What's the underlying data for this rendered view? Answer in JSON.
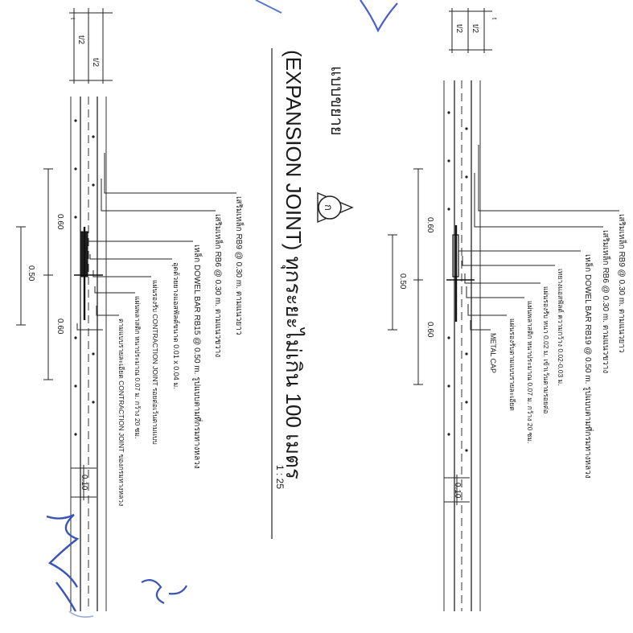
{
  "title": {
    "thai_heading": "แบบขยาย",
    "main": "(EXPANSION JOINT) ทุกระยะไม่เกิน 100 เมตร",
    "marker_letter": "ก",
    "scale": "1 : 25"
  },
  "dimensions": {
    "half_thickness_a": "t/2",
    "half_thickness_b": "t/2",
    "thickness": "t",
    "dowel_left": "0.60",
    "dowel_right": "0.60",
    "gap_width": "0.50",
    "sealant_width": "0.10"
  },
  "upper_detail": {
    "callouts": [
      "เสริมเหล็ก RB9 @ 0.30 m. ตามแนวยาว",
      "เสริมเหล็ก RB6 @ 0.30 m. ตามแนวขวาง",
      "เหล็ก DOWEL BAR RB19 @ 0.50 m. รูปแบบตามที่กรมทางหลวง",
      "เทยางแอสฟัลต์ ความกว้าง 0.02-0.03 ม.",
      "แผ่นรองรับ หนา 0.02 ม. เข้าเว้นตามรอยต่อ",
      "แผ่นพลาสติก หนาประมาณ 0.07 ม. กว้าง 20 ซม.",
      "แผ่นรองรับตามแบบรายละเอียด"
    ],
    "metal_cap": "METAL CAP"
  },
  "lower_detail": {
    "callouts": [
      "เสริมเหล็ก RB9 @ 0.30 m. ตามแนวยาว",
      "เสริมเหล็ก RB6 @ 0.30 m. ตามแนวขวาง",
      "เหล็ก DOWEL BAR RB15 @ 0.50 m. รูปแบบตามที่กรมทางหลวง",
      "อุดด้วยยางแอสฟัลต์ขนาด 0.01 x 0.04 ม.",
      "แผ่นรองรับ CONTRACTION JOINT รอยต่อเว้นตามแบบ",
      "แผ่นพลาสติก หนาประมาณ 0.07 ม. กว้าง 20 ซม.",
      "ตามแบบรายละเอียด CONTRACTION JOINT ของกรมทางหลวง"
    ]
  }
}
